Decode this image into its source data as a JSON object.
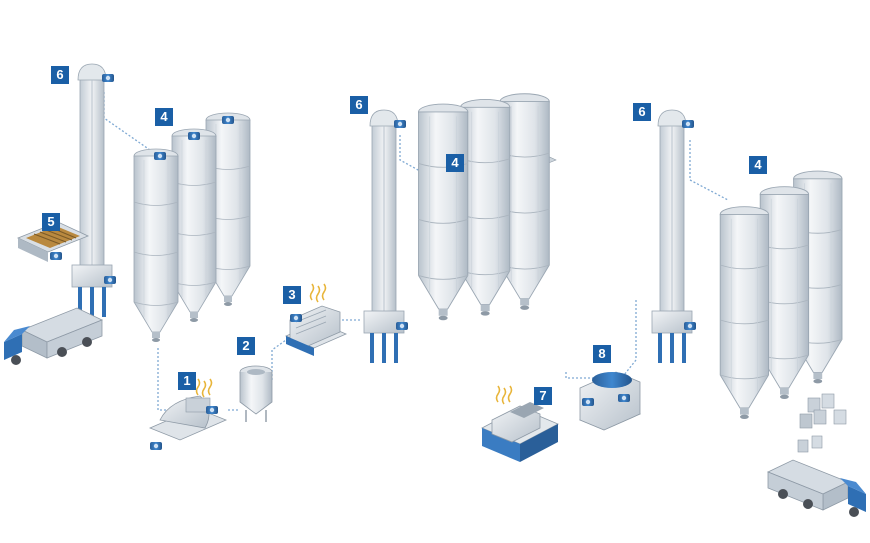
{
  "colors": {
    "badge": "#1a5fa6",
    "accent_blue": "#2f6fb4",
    "steel_light": "#e9edf1",
    "steel_mid": "#c9d1d9",
    "steel_dark": "#9aa6b2",
    "conveyor_line": "#7fa9d3",
    "steam": "#e8b53a"
  },
  "badges": [
    {
      "label": "6"
    },
    {
      "label": "4"
    },
    {
      "label": "5"
    },
    {
      "label": "3"
    },
    {
      "label": "2"
    },
    {
      "label": "1"
    },
    {
      "label": "6"
    },
    {
      "label": "4"
    },
    {
      "label": "8"
    },
    {
      "label": "7"
    },
    {
      "label": "6"
    },
    {
      "label": "4"
    }
  ],
  "icons": [
    "bucket-elevator",
    "silo-group",
    "intake-grate",
    "truck",
    "dryer",
    "cooler-tank",
    "cleaning-machine",
    "mill",
    "roller-press",
    "sacks"
  ]
}
